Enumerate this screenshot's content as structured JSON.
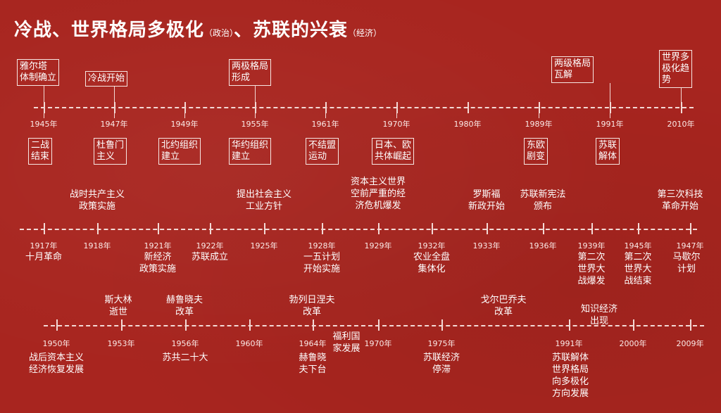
{
  "title": {
    "part1": "冷战、世界格局多极化",
    "note1": "（政治）",
    "part2": "、苏联的兴衰",
    "note2": "（经济）"
  },
  "timeline1": {
    "years": [
      "1945年",
      "1947年",
      "1949年",
      "1955年",
      "1961年",
      "1970年",
      "1980年",
      "1989年",
      "1991年",
      "2010年"
    ],
    "top": [
      "雅尔塔\n体制确立",
      "冷战开始",
      "两极格局\n形成",
      "两级格局\n瓦解",
      "世界多\n极化趋\n势"
    ],
    "bottom": [
      "二战\n结束",
      "杜鲁门\n主义",
      "北约组织\n建立",
      "华约组织\n建立",
      "不结盟\n运动",
      "日本、欧\n共体崛起",
      "东欧\n剧变",
      "苏联\n解体"
    ]
  },
  "timeline2": {
    "years": [
      "1917年",
      "1918年",
      "1921年",
      "1922年",
      "1925年",
      "1928年",
      "1929年",
      "1932年",
      "1933年",
      "1936年",
      "1939年",
      "1945年",
      "1947年"
    ],
    "top": [
      "战时共产主义\n政策实施",
      "提出社会主义\n工业方针",
      "资本主义世界\n空前严重的经\n济危机爆发",
      "罗斯福\n新政开始",
      "苏联新宪法\n颁布",
      "第三次科技\n革命开始"
    ],
    "bottom": [
      "十月革命",
      "新经济\n政策实施",
      "苏联成立",
      "一五计划\n开始实施",
      "农业全盘\n集体化",
      "第二次\n世界大\n战爆发",
      "第二次\n世界大\n战结束",
      "马歇尔\n计划"
    ]
  },
  "timeline3": {
    "years": [
      "1950年",
      "1953年",
      "1956年",
      "1960年",
      "1964年",
      "1970年",
      "1975年",
      "1991年",
      "2000年",
      "2009年"
    ],
    "top": [
      "斯大林\n逝世",
      "赫鲁晓夫\n改革",
      "勃列日涅夫\n改革",
      "福利国\n家发展",
      "戈尔巴乔夫\n改革",
      "知识经济\n出现"
    ],
    "bottom": [
      "战后资本主义\n经济恢复发展",
      "苏共二十大",
      "赫鲁晓\n夫下台",
      "苏联经济\n停滞",
      "苏联解体\n世界格局\n向多极化\n方向发展"
    ]
  }
}
